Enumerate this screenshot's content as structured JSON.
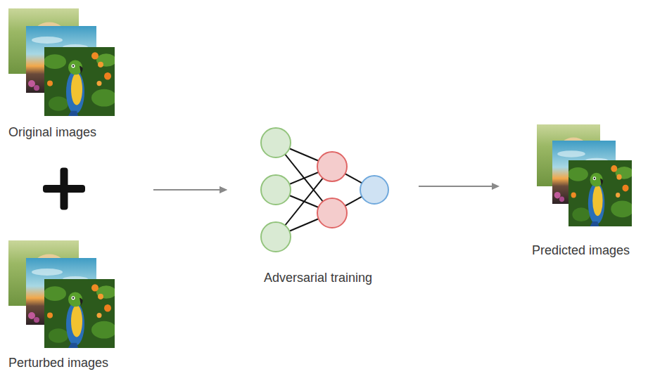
{
  "diagram": {
    "nodes": [
      {
        "text": [
          "Original images"
        ]
      },
      {
        "text": [
          "Perturbed images"
        ]
      },
      {
        "text": [
          "Adversarial training"
        ]
      },
      {
        "text": [
          "Predicted images"
        ]
      }
    ],
    "edges": [
      {
        "from": 0,
        "to": 2,
        "arrow": "to"
      },
      {
        "from": 1,
        "to": 2,
        "arrow": "to"
      },
      {
        "from": 2,
        "to": 3,
        "arrow": "to"
      }
    ]
  }
}
